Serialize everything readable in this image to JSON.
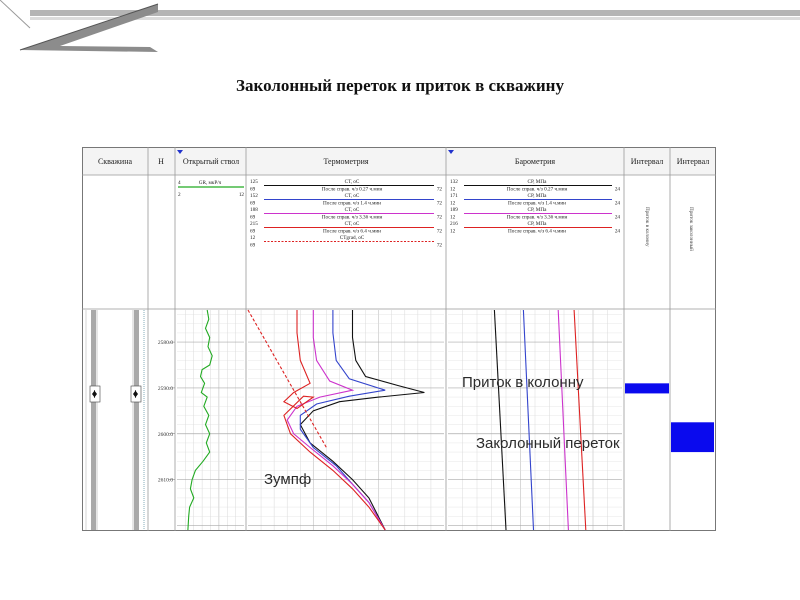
{
  "title": "Заколонный переток и приток в скважину",
  "headers": {
    "well": "Скважина",
    "h": "Н",
    "open_hole": "Открытый ствол",
    "thermo": "Термометрия",
    "baro": "Барометрия",
    "interval1": "Интервал",
    "interval2": "Интервал"
  },
  "gr_track": {
    "label": "GR, мкР/ч",
    "min": "4",
    "max": "",
    "min2": "2",
    "max2": "12"
  },
  "thermo_legend": [
    {
      "start": "125",
      "name": "СТ, оС",
      "note": "",
      "color": "#111111"
    },
    {
      "start": "69",
      "name": "",
      "note": "После справ. ч/з 0.27 ч.мин",
      "end": "72"
    },
    {
      "start": "152",
      "name": "СТ, оС",
      "color": "#3344cc"
    },
    {
      "start": "69",
      "note": "После справ. ч/з 1.4 ч.мин",
      "end": "72"
    },
    {
      "start": "188",
      "name": "СТ, оС",
      "color": "#cc33cc"
    },
    {
      "start": "69",
      "note": "После справ. ч/з 3.36 ч.мин",
      "end": "72"
    },
    {
      "start": "215",
      "name": "СТ, оС",
      "color": "#dd2222"
    },
    {
      "start": "69",
      "note": "После справ. ч/з 6.4 ч.мин",
      "end": "72"
    },
    {
      "start": "12",
      "name": "СТgrad, оС",
      "color": "#dd2222"
    },
    {
      "start": "69",
      "note": "",
      "end": "72"
    }
  ],
  "baro_legend": [
    {
      "start": "132",
      "name": "СР, МПа"
    },
    {
      "start": "12",
      "note": "После справ. ч/з 0.27 ч.мин",
      "end": "24"
    },
    {
      "start": "171",
      "name": "СР, МПа"
    },
    {
      "start": "12",
      "note": "После справ. ч/з 1.4 ч.мин",
      "end": "24"
    },
    {
      "start": "189",
      "name": "СР, МПа"
    },
    {
      "start": "12",
      "note": "После справ. ч/з 3.36 ч.мин",
      "end": "24"
    },
    {
      "start": "216",
      "name": "СР, МПа"
    },
    {
      "start": "12",
      "note": "После справ. ч/з 6.4 ч.мин",
      "end": "24"
    }
  ],
  "interval_labels": {
    "inflow_rot": "Приток в колонну",
    "crossflow_rot": "Приток заколонный"
  },
  "annotations": {
    "inflow": "Приток в колонну",
    "crossflow": "Заколонный переток",
    "sump": "Зумпф"
  },
  "depth_ticks": [
    "2580.0",
    "2590.0",
    "2600.0",
    "2610.0"
  ],
  "colors": {
    "black": "#111111",
    "blue": "#3344cc",
    "magenta": "#cc33cc",
    "red": "#dd2222",
    "green": "#22aa22",
    "interval_blue": "#0a0aee",
    "grid": "#c8c8c8"
  },
  "chart_data": {
    "type": "line",
    "depth_range": [
      2573,
      2621
    ],
    "depth_ticks": [
      2580,
      2590,
      2600,
      2610
    ],
    "intervals": [
      {
        "track": "Интервал",
        "label": "Приток в колонну",
        "top": 2589.0,
        "bottom": 2591.2
      },
      {
        "track": "Интервал",
        "label": "Приток заколонный",
        "top": 2597.5,
        "bottom": 2604.0
      }
    ],
    "gr_series": {
      "name": "GR, мкР/ч",
      "xrange": [
        4,
        12
      ],
      "points": [
        [
          7.6,
          2573
        ],
        [
          7.8,
          2575
        ],
        [
          7.4,
          2577
        ],
        [
          7.9,
          2579
        ],
        [
          7.7,
          2581
        ],
        [
          8.2,
          2583
        ],
        [
          7.9,
          2585
        ],
        [
          7.0,
          2586
        ],
        [
          6.8,
          2587.5
        ],
        [
          7.3,
          2589
        ],
        [
          6.9,
          2591
        ],
        [
          7.6,
          2592
        ],
        [
          7.2,
          2594
        ],
        [
          7.8,
          2596
        ],
        [
          7.4,
          2598
        ],
        [
          7.9,
          2600
        ],
        [
          7.5,
          2602
        ],
        [
          7.9,
          2604
        ],
        [
          7.1,
          2606
        ],
        [
          6.2,
          2608
        ],
        [
          5.8,
          2610
        ],
        [
          5.6,
          2612
        ],
        [
          6.0,
          2614
        ],
        [
          5.5,
          2616
        ],
        [
          5.4,
          2618
        ],
        [
          5.3,
          2621
        ]
      ]
    },
    "thermo_series": [
      {
        "label": "СТ, оС",
        "color": "#111111",
        "xrange": [
          69,
          72
        ],
        "points": [
          [
            70.6,
            2573
          ],
          [
            70.6,
            2579
          ],
          [
            70.65,
            2584
          ],
          [
            70.8,
            2587.5
          ],
          [
            71.3,
            2589.5
          ],
          [
            71.7,
            2591
          ],
          [
            71.0,
            2592
          ],
          [
            70.4,
            2593
          ],
          [
            70.0,
            2595
          ],
          [
            69.8,
            2598
          ],
          [
            69.95,
            2602
          ],
          [
            70.3,
            2606
          ],
          [
            70.6,
            2610
          ],
          [
            70.85,
            2614
          ],
          [
            71.1,
            2621
          ]
        ]
      },
      {
        "label": "СТ, оС",
        "color": "#3344cc",
        "xrange": [
          69,
          72
        ],
        "points": [
          [
            70.3,
            2573
          ],
          [
            70.3,
            2578
          ],
          [
            70.35,
            2584
          ],
          [
            70.55,
            2588
          ],
          [
            71.1,
            2590.5
          ],
          [
            70.55,
            2591.8
          ],
          [
            70.05,
            2593.5
          ],
          [
            69.8,
            2596
          ],
          [
            69.8,
            2599
          ],
          [
            70.0,
            2603
          ],
          [
            70.35,
            2607
          ],
          [
            70.6,
            2611
          ],
          [
            70.85,
            2615
          ],
          [
            71.1,
            2621
          ]
        ]
      },
      {
        "label": "СТ, оС",
        "color": "#cc33cc",
        "xrange": [
          69,
          72
        ],
        "points": [
          [
            70.0,
            2573
          ],
          [
            70.0,
            2579
          ],
          [
            70.05,
            2584
          ],
          [
            70.25,
            2588.5
          ],
          [
            70.6,
            2590.5
          ],
          [
            70.1,
            2592
          ],
          [
            69.75,
            2594
          ],
          [
            69.6,
            2597
          ],
          [
            69.7,
            2600
          ],
          [
            69.95,
            2603
          ],
          [
            70.3,
            2607
          ],
          [
            70.6,
            2611
          ],
          [
            70.85,
            2615
          ],
          [
            71.1,
            2621
          ]
        ]
      },
      {
        "label": "СТ, оС",
        "color": "#dd2222",
        "xrange": [
          69,
          72
        ],
        "points": [
          [
            69.75,
            2573
          ],
          [
            69.75,
            2578
          ],
          [
            69.8,
            2584
          ],
          [
            69.95,
            2589
          ],
          [
            69.7,
            2591
          ],
          [
            69.55,
            2593
          ],
          [
            69.75,
            2594.5
          ],
          [
            70.0,
            2592
          ],
          [
            69.85,
            2591.8
          ],
          [
            69.55,
            2596
          ],
          [
            69.65,
            2600
          ],
          [
            69.95,
            2604
          ],
          [
            70.3,
            2608
          ],
          [
            70.6,
            2612
          ],
          [
            70.85,
            2616
          ],
          [
            71.1,
            2621
          ]
        ]
      },
      {
        "label": "СТgrad, оС",
        "color": "#dd2222",
        "dashed": true,
        "xrange": [
          69,
          72
        ],
        "points": [
          [
            69.0,
            2573
          ],
          [
            70.2,
            2603
          ]
        ]
      }
    ],
    "baro_series": [
      {
        "label": "СР, МПа",
        "color": "#111111",
        "xrange": [
          12,
          24
        ],
        "points": [
          [
            15.2,
            2573
          ],
          [
            16.0,
            2621
          ]
        ]
      },
      {
        "label": "СР, МПа",
        "color": "#3344cc",
        "xrange": [
          12,
          24
        ],
        "points": [
          [
            17.2,
            2573
          ],
          [
            17.9,
            2621
          ]
        ]
      },
      {
        "label": "СР, МПа",
        "color": "#cc33cc",
        "xrange": [
          12,
          24
        ],
        "points": [
          [
            19.6,
            2573
          ],
          [
            20.3,
            2621
          ]
        ]
      },
      {
        "label": "СР, МПа",
        "color": "#dd2222",
        "xrange": [
          12,
          24
        ],
        "points": [
          [
            20.7,
            2573
          ],
          [
            21.5,
            2621
          ]
        ]
      }
    ]
  }
}
